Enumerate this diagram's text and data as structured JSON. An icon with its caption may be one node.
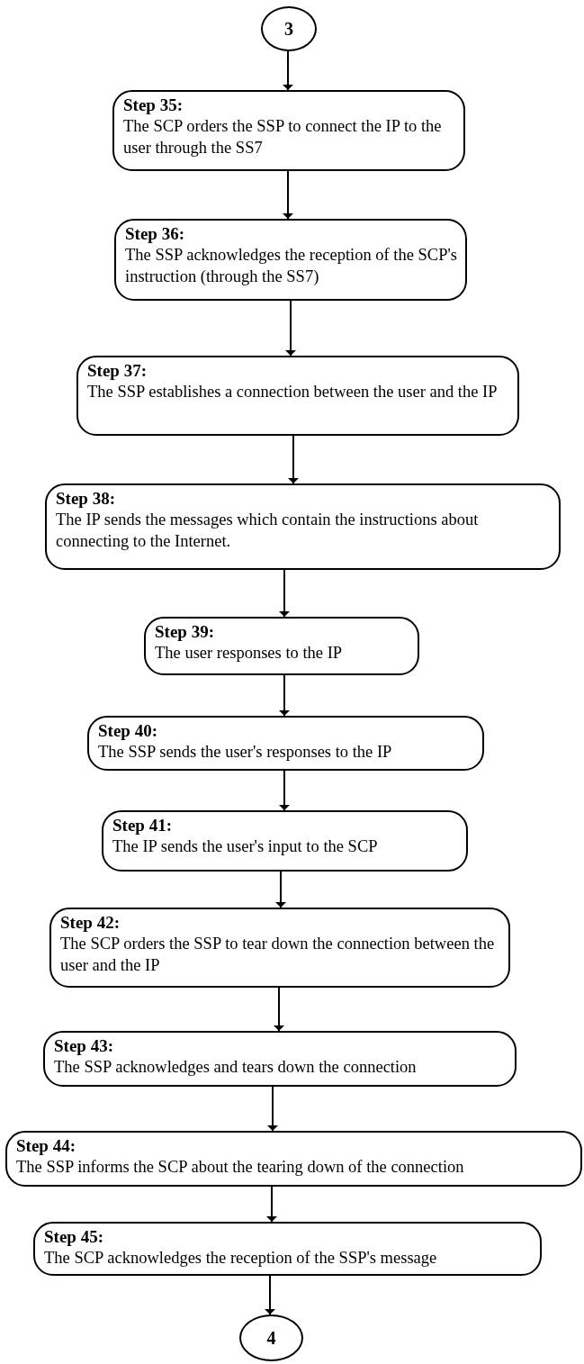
{
  "diagram": {
    "nodes": [
      {
        "text": [
          "3"
        ]
      },
      {
        "text": [
          "Step 35:",
          "The SCP orders the SSP to connect the IP to the user through the SS7"
        ]
      },
      {
        "text": [
          "Step 36:",
          "The SSP acknowledges the reception of the SCP's instruction (through the SS7)"
        ]
      },
      {
        "text": [
          "Step 37:",
          "The SSP establishes a connection between the user and the IP"
        ]
      },
      {
        "text": [
          "Step 38:",
          "The IP sends the messages which contain the instructions about connecting to the Internet."
        ]
      },
      {
        "text": [
          "Step 39:",
          "The user responses to the IP"
        ]
      },
      {
        "text": [
          "Step 40:",
          "The SSP sends the user's responses to the IP"
        ]
      },
      {
        "text": [
          "Step 41:",
          "The IP sends the user's input to the SCP"
        ]
      },
      {
        "text": [
          "Step 42:",
          "The SCP orders the SSP to tear down the connection between the user and the IP"
        ]
      },
      {
        "text": [
          "Step 43:",
          "The SSP acknowledges and tears down the connection"
        ]
      },
      {
        "text": [
          "Step 44:",
          "The SSP informs the SCP about the tearing down of the connection"
        ]
      },
      {
        "text": [
          "Step 45:",
          "The SCP acknowledges the reception of the SSP's message"
        ]
      },
      {
        "text": [
          "4"
        ]
      }
    ],
    "edges": [
      {
        "from": 0,
        "to": 1,
        "arrow": "to"
      },
      {
        "from": 1,
        "to": 2,
        "arrow": "to"
      },
      {
        "from": 2,
        "to": 3,
        "arrow": "to"
      },
      {
        "from": 3,
        "to": 4,
        "arrow": "to"
      },
      {
        "from": 4,
        "to": 5,
        "arrow": "to"
      },
      {
        "from": 5,
        "to": 6,
        "arrow": "to"
      },
      {
        "from": 6,
        "to": 7,
        "arrow": "to"
      },
      {
        "from": 7,
        "to": 8,
        "arrow": "to"
      },
      {
        "from": 8,
        "to": 9,
        "arrow": "to"
      },
      {
        "from": 9,
        "to": 10,
        "arrow": "to"
      },
      {
        "from": 10,
        "to": 11,
        "arrow": "to"
      },
      {
        "from": 11,
        "to": 12,
        "arrow": "to"
      }
    ]
  }
}
